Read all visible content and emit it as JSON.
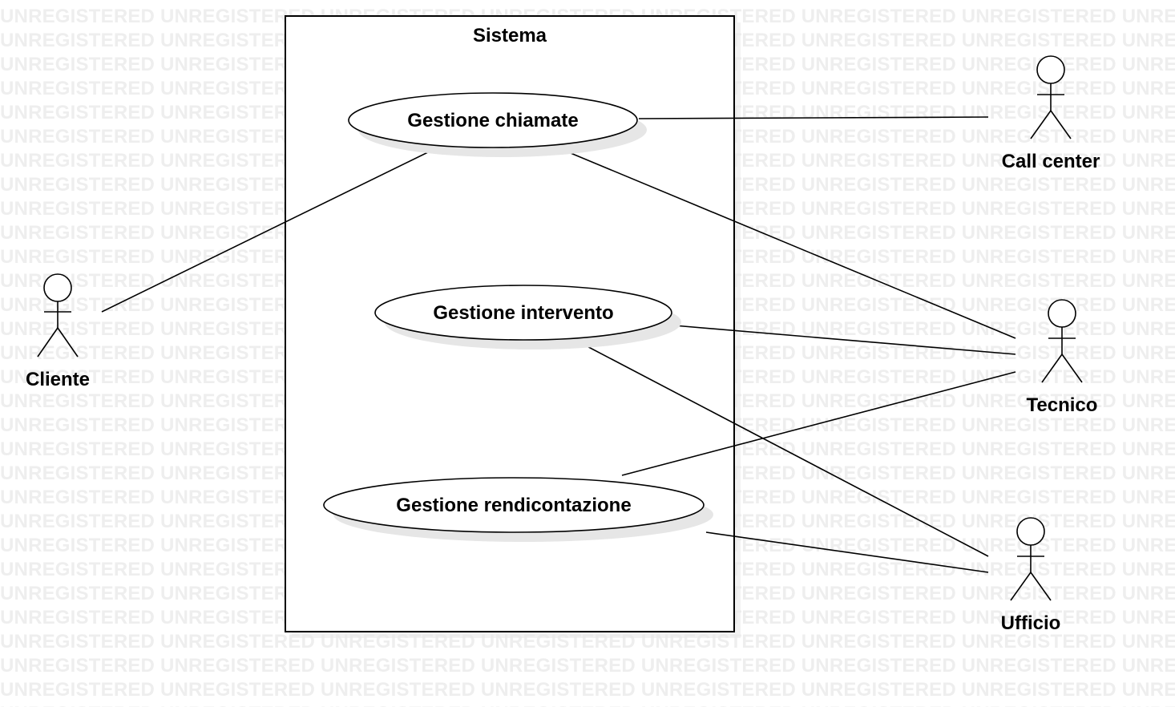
{
  "watermark": {
    "text": "UNREGISTERED",
    "color": "#eeeeee"
  },
  "system": {
    "name": "Sistema"
  },
  "use_cases": [
    {
      "id": "uc-chiamate",
      "label": "Gestione chiamate"
    },
    {
      "id": "uc-intervento",
      "label": "Gestione intervento"
    },
    {
      "id": "uc-rendicontazione",
      "label": "Gestione rendicontazione"
    }
  ],
  "actors": [
    {
      "id": "cliente",
      "label": "Cliente"
    },
    {
      "id": "call-center",
      "label": "Call center"
    },
    {
      "id": "tecnico",
      "label": "Tecnico"
    },
    {
      "id": "ufficio",
      "label": "Ufficio"
    }
  ],
  "associations": [
    {
      "from": "cliente",
      "to": "uc-chiamate"
    },
    {
      "from": "call-center",
      "to": "uc-chiamate"
    },
    {
      "from": "tecnico",
      "to": "uc-chiamate"
    },
    {
      "from": "tecnico",
      "to": "uc-intervento"
    },
    {
      "from": "tecnico",
      "to": "uc-rendicontazione"
    },
    {
      "from": "ufficio",
      "to": "uc-intervento"
    },
    {
      "from": "ufficio",
      "to": "uc-rendicontazione"
    }
  ],
  "colors": {
    "stroke": "#000000",
    "shadow": "#e6e6e6"
  }
}
